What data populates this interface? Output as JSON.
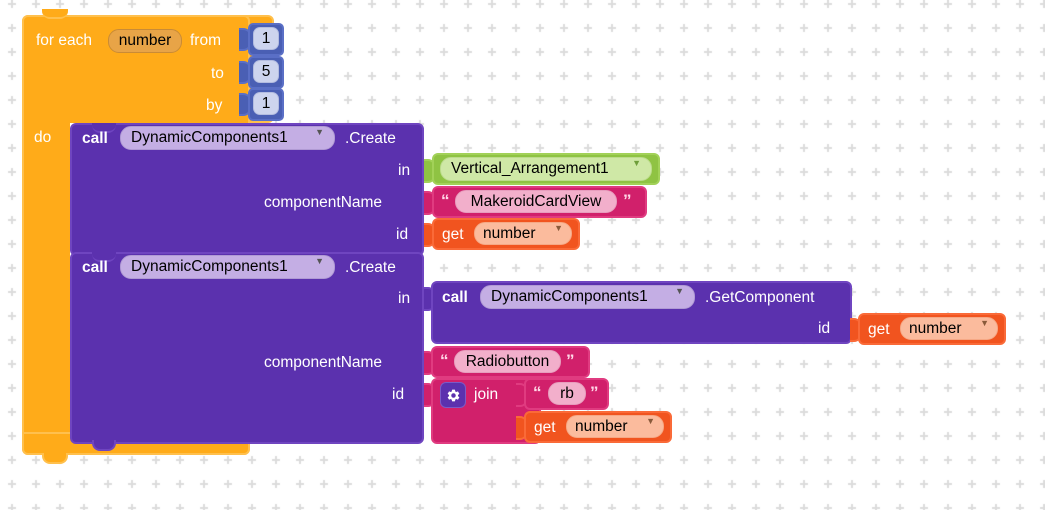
{
  "workspace": {
    "name": "blockly-workspace",
    "background_color": "#ffffff",
    "grid_color": "#dcdcdc"
  },
  "palette": {
    "control_orange": "#ffab19",
    "control_orange_light": "#ffc04d",
    "math_blue": "#4a5fb4",
    "math_blue_field": "#cdd4ee",
    "procedure_purple": "#5b31ae",
    "procedure_purple_field": "#c4aee4",
    "component_green": "#8fc343",
    "component_green_field": "#cfe8a6",
    "text_crimson": "#d1206b",
    "text_crimson_field": "#f2afcb",
    "variable_orange": "#f1541f",
    "variable_orange_field": "#fbbb9d"
  },
  "blocks": {
    "for_each": {
      "type": "controls_forRange",
      "label_for_each": "for each",
      "variable": "number",
      "label_from": "from",
      "label_to": "to",
      "label_by": "by",
      "label_do": "do",
      "from_value": "1",
      "to_value": "5",
      "by_value": "1"
    },
    "call_create_1": {
      "type": "component_method",
      "label_call": "call",
      "component": "DynamicComponents1",
      "method": ".Create",
      "args": {
        "in_label": "in",
        "componentName_label": "componentName",
        "id_label": "id"
      },
      "in_value": {
        "type": "component_block",
        "component": "Vertical_Arrangement1"
      },
      "componentName_value": {
        "type": "text",
        "text": "MakeroidCardView"
      },
      "id_value": {
        "type": "lexical_variable_get",
        "label_get": "get",
        "variable": "number"
      }
    },
    "call_create_2": {
      "type": "component_method",
      "label_call": "call",
      "component": "DynamicComponents1",
      "method": ".Create",
      "args": {
        "in_label": "in",
        "componentName_label": "componentName",
        "id_label": "id"
      },
      "in_value": {
        "type": "component_method",
        "label_call": "call",
        "component": "DynamicComponents1",
        "method": ".GetComponent",
        "id_label": "id",
        "id_value": {
          "type": "lexical_variable_get",
          "label_get": "get",
          "variable": "number"
        }
      },
      "componentName_value": {
        "type": "text",
        "text": "Radiobutton"
      },
      "id_value": {
        "type": "text_join",
        "label_join": "join",
        "mutator_icon": "gear-icon",
        "item1": {
          "type": "text",
          "text": "rb"
        },
        "item2": {
          "type": "lexical_variable_get",
          "label_get": "get",
          "variable": "number"
        }
      }
    }
  },
  "glyphs": {
    "dropdown_caret": "▼",
    "open_quote": "“",
    "close_quote": "”"
  }
}
